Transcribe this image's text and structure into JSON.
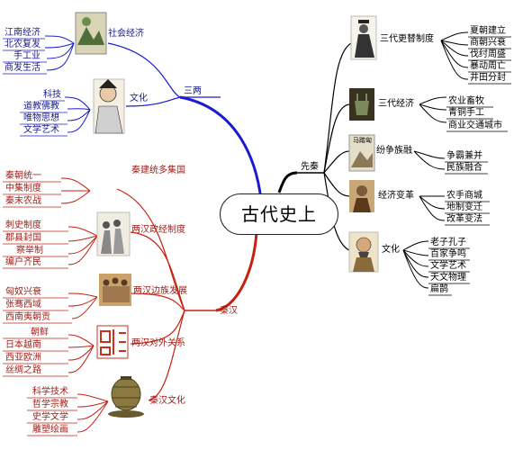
{
  "center": "古代史上",
  "branches": {
    "sanliang": {
      "label": "三两",
      "social_economy": {
        "label": "社会经济",
        "items": [
          "江南经济",
          "北农复发",
          "手工业",
          "商发生活"
        ]
      },
      "culture": {
        "label": "文化",
        "items": [
          "科技",
          "道教佛教",
          "唯物思想",
          "文学艺术"
        ]
      }
    },
    "xianqin": {
      "label": "先秦",
      "dynasty_change": {
        "label": "三代更替制度",
        "items": [
          "夏朝建立",
          "商朝兴衰",
          "伐纣周盛",
          "暴动周亡",
          "井田分封"
        ]
      },
      "economy": {
        "label": "三代经济",
        "items": [
          "农业畜牧",
          "青铜手工",
          "商业交通城市"
        ]
      },
      "war": {
        "label": "纷争族融",
        "items": [
          "争霸兼并",
          "民族融合"
        ]
      },
      "reform": {
        "label": "经济变革",
        "items": [
          "农手商城",
          "地制变迁",
          "改革变法"
        ]
      },
      "culture": {
        "label": "文化",
        "items": [
          "老子孔子",
          "百家争鸣",
          "文学艺术",
          "天文物理",
          "扁鹊"
        ]
      }
    },
    "qinhan": {
      "label": "秦汉",
      "qin": {
        "label": "秦建统多集国",
        "items": [
          "秦朝统一",
          "中集制度",
          "秦末农战"
        ]
      },
      "politics": {
        "label": "两汉政经制度",
        "items": [
          "刺史制度",
          "郡县封国",
          "察举制",
          "编户齐民"
        ]
      },
      "frontier": {
        "label": "两汉边族发展",
        "items": [
          "匈奴兴衰",
          "张骞西域",
          "西南夷朝贡"
        ]
      },
      "foreign": {
        "label": "两汉对外关系",
        "items": [
          "朝鲜",
          "日本越南",
          "西亚欧洲",
          "丝绸之路"
        ]
      },
      "culture": {
        "label": "秦汉文化",
        "items": [
          "科学技术",
          "哲学宗教",
          "史学文学",
          "雕塑绘画"
        ]
      }
    }
  },
  "image_text": {
    "war_pic": "马踏匈"
  },
  "icons": [
    "landscape-painting-icon",
    "scholar-portrait-icon",
    "ancient-king-icon",
    "bronze-ding-icon",
    "war-scene-icon",
    "philosopher-icon",
    "confucius-icon",
    "warriors-group-icon",
    "terracotta-army-icon",
    "seal-script-icon",
    "seismograph-icon"
  ],
  "colors": {
    "sanliang": "#1a1ad0",
    "xianqin": "#000000",
    "qinhan": "#c82010"
  }
}
